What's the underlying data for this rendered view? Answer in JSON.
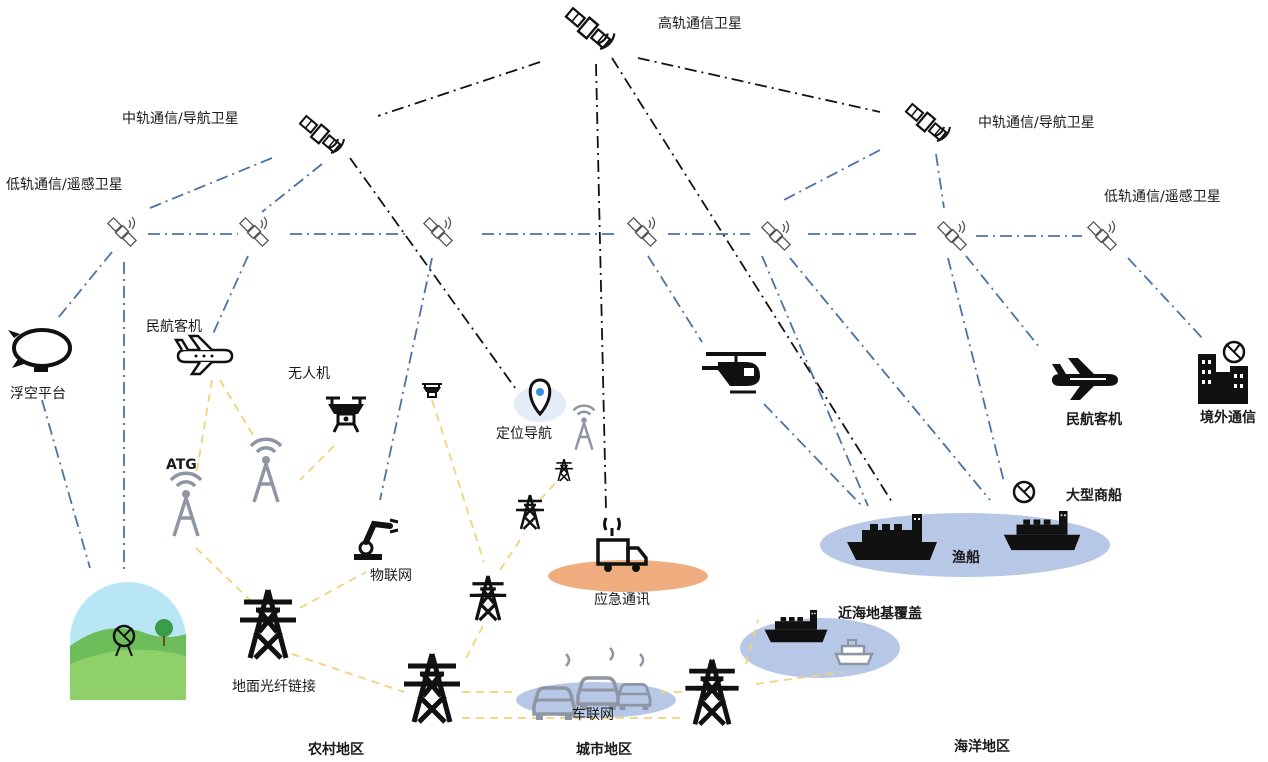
{
  "labels": {
    "geo_sat": "高轨通信卫星",
    "meo_left": "中轨通信/导航卫星",
    "meo_right": "中轨通信/导航卫星",
    "leo_left": "低轨通信/遥感卫星",
    "leo_right": "低轨通信/遥感卫星",
    "airship": "浮空平台",
    "airliner_left": "民航客机",
    "drone": "无人机",
    "atg": "ATG",
    "positioning": "定位导航",
    "iot": "物联网",
    "emergency": "应急通讯",
    "fiber": "地面光纤链接",
    "v2x": "车联网",
    "rural": "农村地区",
    "urban": "城市地区",
    "ocean": "海洋地区",
    "airliner_right": "民航客机",
    "overseas": "境外通信",
    "large_ship": "大型商船",
    "fishing_boat": "渔船",
    "offshore": "近海地基覆盖"
  },
  "colors": {
    "geo_link": "#111111",
    "sat_link": "#4a73a8",
    "ground_link": "#f2d27a",
    "ocean_zone": "#b7c8e6",
    "emergency_zone": "#f0ae80",
    "gray_icon": "#8e96a3",
    "icon": "#111111"
  }
}
